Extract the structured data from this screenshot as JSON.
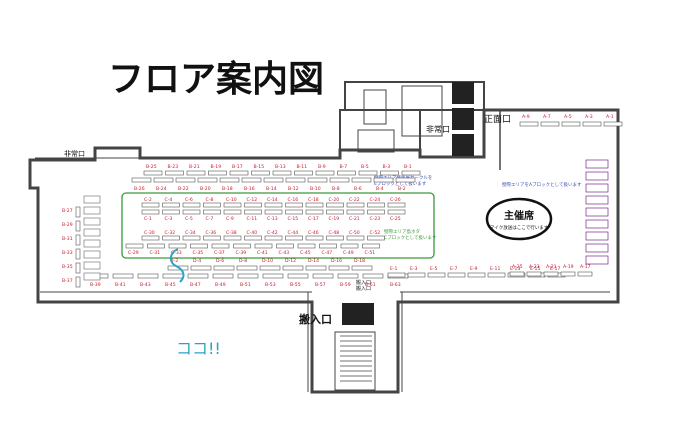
{
  "title": "フロア案内図",
  "labels": {
    "emergency_exit_left": "非常口",
    "emergency_exit_right": "非常口",
    "main_entrance": "正面口",
    "loading_entrance": "搬入口",
    "loading_note_1": "搬入口",
    "loading_note_2": "搬入口",
    "host_seat": "主催席",
    "host_seat_sub": "マイク放送はここで行います",
    "here_marker": "ココ!!",
    "wall_circle_note_1": "壁際エリア壁面展サークルを",
    "wall_circle_note_2": "Eブロックとして扱います",
    "green_zone_note_1": "壁際エリア島ホタ",
    "green_zone_note_2": "Cブロックとして扱います",
    "right_zone_note": "壁際エリアをAブロックとして扱います"
  },
  "booths": {
    "b_top": [
      "B-25",
      "B-23",
      "B-21",
      "B-19",
      "B-17",
      "B-15",
      "B-13",
      "B-11",
      "B-9",
      "B-7",
      "B-5",
      "B-3",
      "B-1"
    ],
    "b_left": [
      "B-27",
      "B-29",
      "B-31",
      "B-33",
      "B-35",
      "B-37"
    ],
    "b_bottom": [
      "B-39",
      "B-41",
      "B-43",
      "B-45",
      "B-47",
      "B-49",
      "B-51",
      "B-53",
      "B-55",
      "B-57",
      "B-59",
      "B-61",
      "B-63"
    ],
    "b_center_top": [
      "B-26",
      "B-24",
      "B-22",
      "B-20",
      "B-18",
      "B-16",
      "B-14",
      "B-12",
      "B-10",
      "B-8",
      "B-6",
      "B-4",
      "B-2"
    ],
    "c_row1": [
      "C-2",
      "C-4",
      "C-6",
      "C-8",
      "C-10",
      "C-12",
      "C-14",
      "C-16",
      "C-18",
      "C-20",
      "C-22",
      "C-24",
      "C-26"
    ],
    "c_row2": [
      "C-1",
      "C-3",
      "C-5",
      "C-7",
      "C-9",
      "C-11",
      "C-13",
      "C-15",
      "C-17",
      "C-19",
      "C-21",
      "C-23",
      "C-25"
    ],
    "c_row3": [
      "C-30",
      "C-32",
      "C-34",
      "C-36",
      "C-38",
      "C-40",
      "C-42",
      "C-44",
      "C-46",
      "C-48",
      "C-50",
      "C-52"
    ],
    "c_row4": [
      "C-29",
      "C-31",
      "C-33",
      "C-35",
      "C-37",
      "C-39",
      "C-41",
      "C-43",
      "C-45",
      "C-47",
      "C-49",
      "C-51"
    ],
    "d_row": [
      "D-2",
      "D-4",
      "D-6",
      "D-8",
      "D-10",
      "D-12",
      "D-14",
      "D-16",
      "D-18"
    ],
    "e_row": [
      "E-1",
      "E-3",
      "E-5",
      "E-7",
      "E-9",
      "E-11",
      "E-13",
      "E-15",
      "E-17"
    ],
    "a_top": [
      "A-9",
      "A-7",
      "A-5",
      "A-3",
      "A-1"
    ],
    "a_bottom": [
      "A-25",
      "A-23",
      "A-21",
      "A-19",
      "A-17"
    ]
  },
  "colors": {
    "wall": "#444444",
    "booth_red": "#c8192c",
    "zone_green": "#3a9a3a",
    "note_blue": "#3c4fb0",
    "booth_purple": "#7a2a8a",
    "here_blue": "#2aa3c9"
  }
}
